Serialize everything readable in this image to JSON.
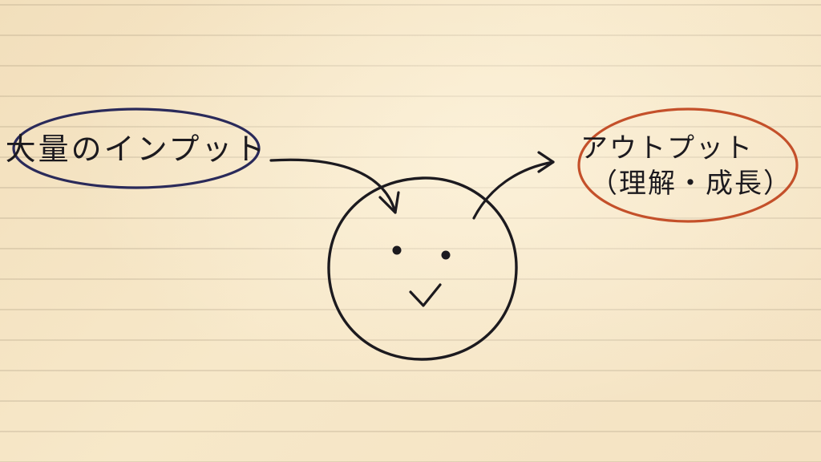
{
  "input_bubble": {
    "text": "大量のインプット",
    "border_color": "#2a2a5a"
  },
  "output_bubble": {
    "line1": "アウトプット",
    "line2": "（理解・成長）",
    "border_color": "#c4502a"
  },
  "ink_color": "#1c1a1f",
  "paper_color": "#f6e6c6"
}
